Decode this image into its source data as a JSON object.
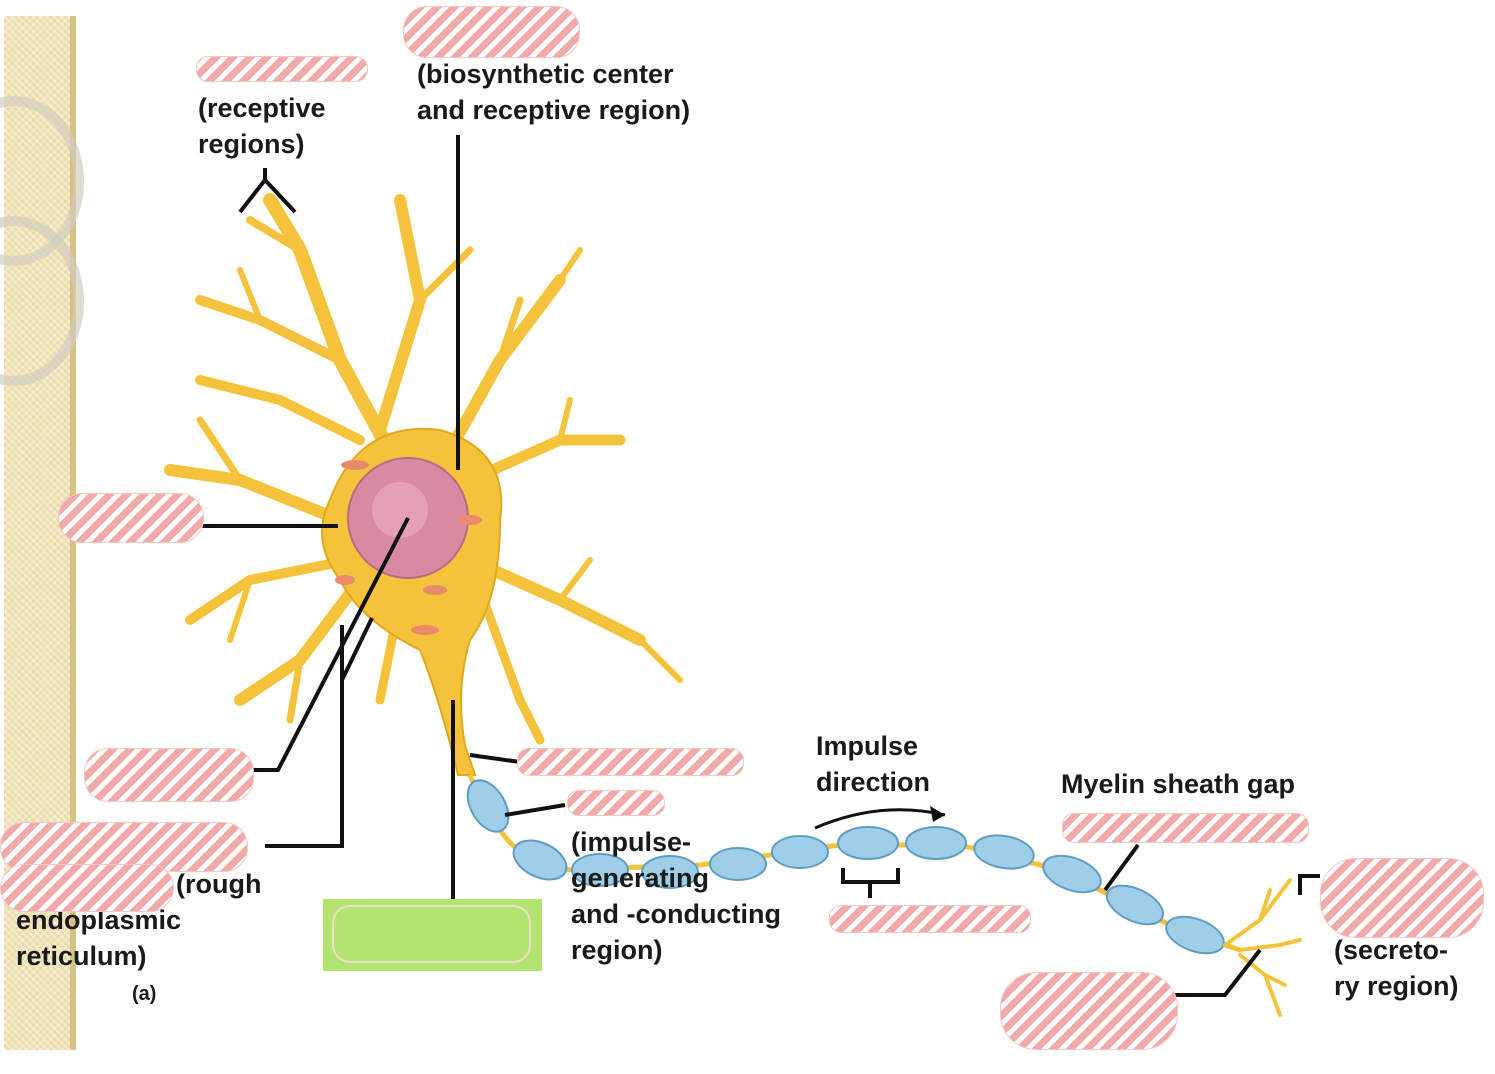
{
  "labels": {
    "dendrites_desc": "(receptive\nregions)",
    "cell_body_desc": "(biosynthetic center\nand receptive region)",
    "nissl_rough": "(rough",
    "nissl_er": "endoplasmic\nreticulum)",
    "figure_letter": "(a)",
    "axon_desc": "(impulse-\ngenerating\nand -conducting\nregion)",
    "impulse_direction": "Impulse\ndirection",
    "myelin_gap": "Myelin sheath gap",
    "terminals_desc": "(secreto-\nry region)"
  },
  "colors": {
    "neuron_fill": "#f5c33b",
    "neuron_edge": "#e0a81e",
    "nucleus": "#d98aa0",
    "myelin": "#9fcfe8",
    "mask_stripe": "#f2a9a9",
    "answer_box": "#b3e36f"
  }
}
